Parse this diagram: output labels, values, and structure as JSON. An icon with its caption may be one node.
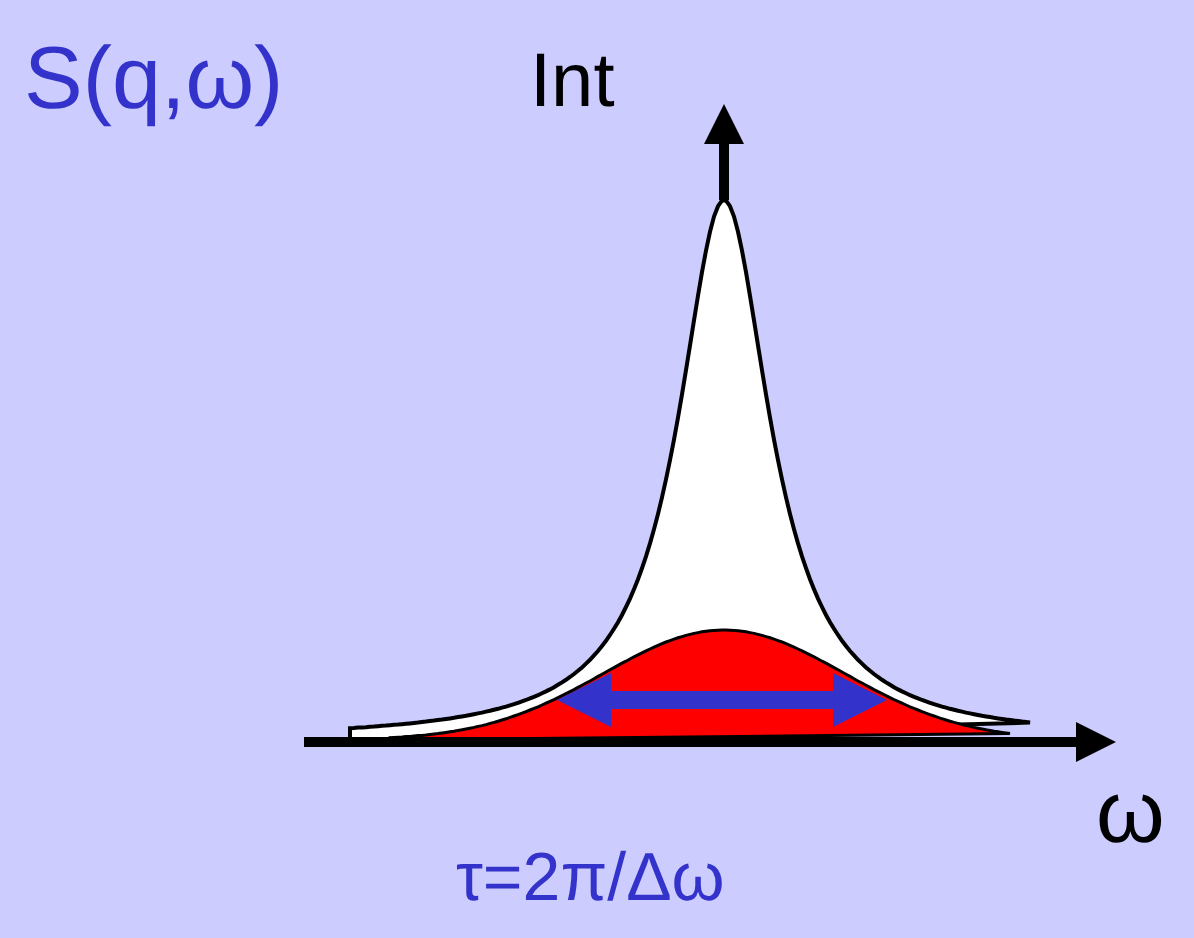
{
  "diagram": {
    "title": "S(q,ω)",
    "labels": [
      "Int",
      "ω",
      "τ=2π/Δω"
    ]
  }
}
